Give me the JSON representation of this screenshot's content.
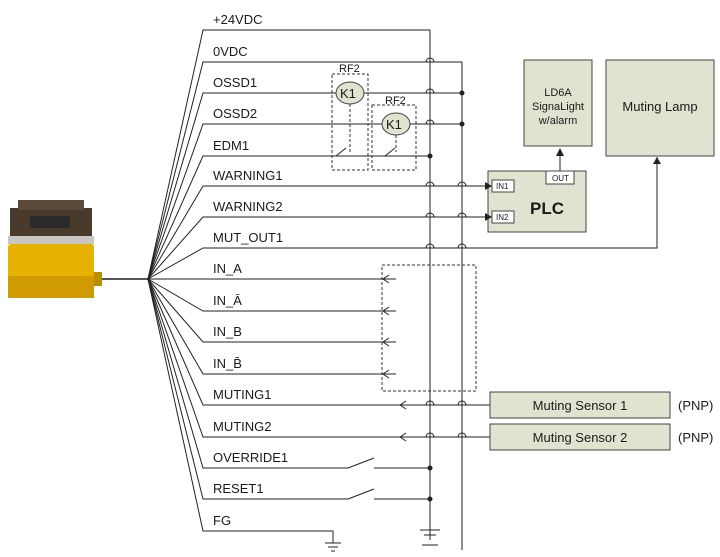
{
  "wires": {
    "w0": "+24VDC",
    "w1": "0VDC",
    "w2": "OSSD1",
    "w3": "OSSD2",
    "w4": "EDM1",
    "w5": "WARNING1",
    "w6": "WARNING2",
    "w7": "MUT_OUT1",
    "w8": "IN_A",
    "w9": "IN_Ā",
    "w10": "IN_B",
    "w11": "IN_B̄",
    "w12": "MUTING1",
    "w13": "MUTING2",
    "w14": "OVERRIDE1",
    "w15": "RESET1",
    "w16": "FG"
  },
  "relays": {
    "rf2_label": "RF2",
    "k1_label": "K1"
  },
  "signal_light": {
    "line1": "LD6A",
    "line2": "SignaLight",
    "line3": "w/alarm"
  },
  "muting_lamp": "Muting Lamp",
  "plc": {
    "title": "PLC",
    "in1": "IN1",
    "in2": "IN2",
    "out": "OUT"
  },
  "sensors": {
    "s1": "Muting Sensor 1",
    "s2": "Muting Sensor 2",
    "type": "(PNP)"
  }
}
